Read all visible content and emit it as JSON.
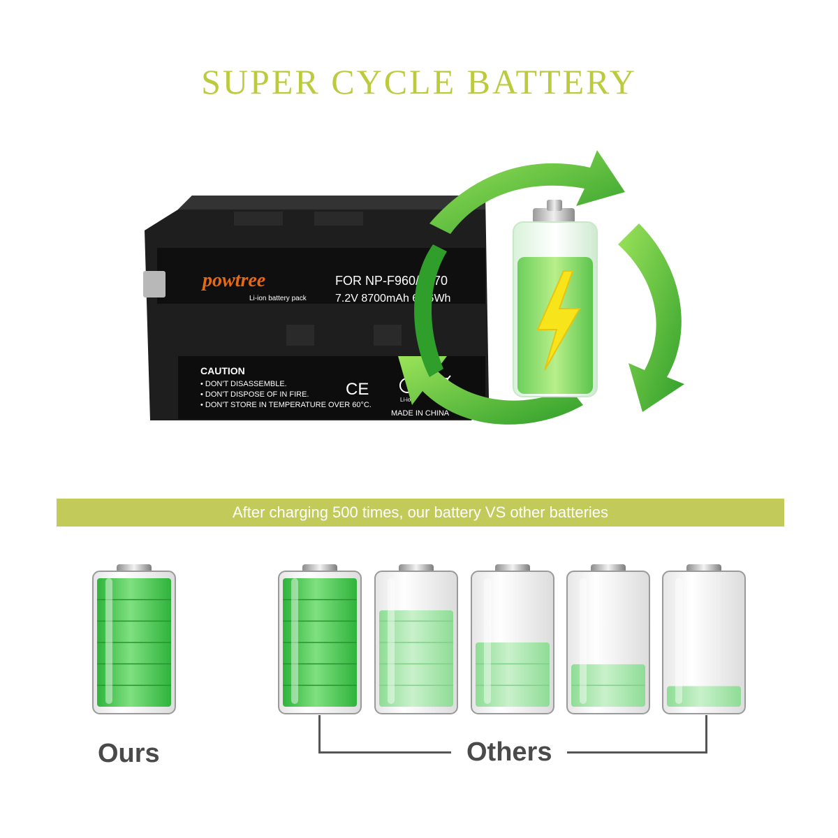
{
  "headline": "SUPER CYCLE BATTERY",
  "product": {
    "brand": "powtree",
    "subtitle": "Li-ion battery pack",
    "model_line": "FOR NP-F960/F970",
    "spec_line": "7.2V 8700mAh 62.6Wh",
    "caution_title": "CAUTION",
    "caution_lines": [
      "• DON'T DISASSEMBLE.",
      "• DON'T DISPOSE OF IN FIRE.",
      "• DON'T STORE IN TEMPERATURE OVER 60°C."
    ],
    "ce_mark": "CE",
    "recycle_label": "Li-ion",
    "origin": "MADE IN CHINA"
  },
  "banner": "After charging 500 times, our battery VS other batteries",
  "comparison": {
    "ours_label": "Ours",
    "others_label": "Others",
    "ours_level": 1.0,
    "others_levels": [
      1.0,
      0.75,
      0.5,
      0.33,
      0.16
    ]
  },
  "colors": {
    "headline": "#bccb3e",
    "banner": "#c2cb5a",
    "green_full": "#3ec24a",
    "green_light": "#a9e6ad",
    "label": "#4a4a4a"
  }
}
